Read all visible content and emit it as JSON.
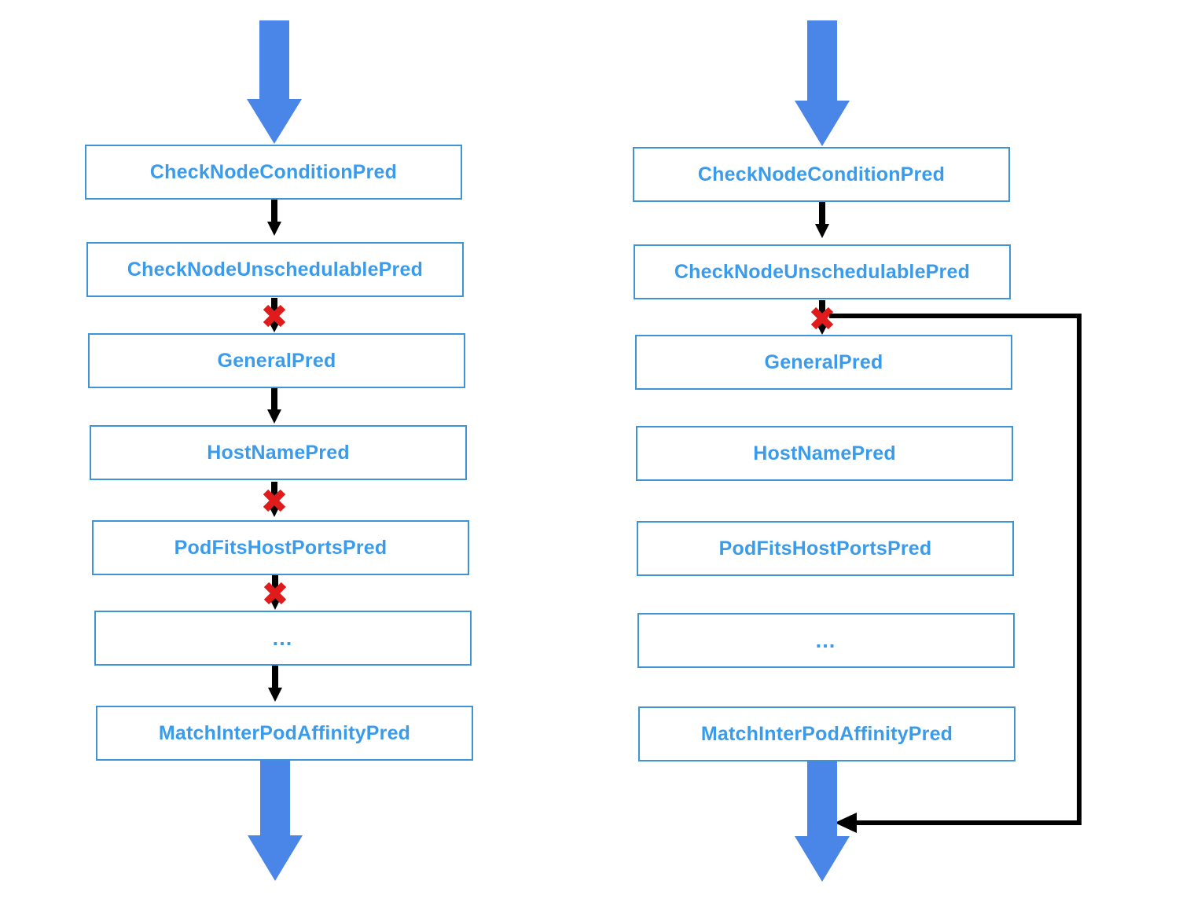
{
  "diagram": {
    "title": "Kubernetes scheduler predicate evaluation flow",
    "colors": {
      "box_border": "#3D95D8",
      "box_fill": "#FFFFFF",
      "label_text": "#3A9BEA",
      "big_arrow": "#4A86E8",
      "small_arrow": "#000000",
      "failure_mark": "#E01B1B",
      "loop_line": "#000000",
      "background": "#FFFFFF"
    },
    "panels": [
      {
        "id": "left",
        "name": "sequential-evaluation",
        "entry_arrow": {
          "name": "pod-enters-arrow",
          "color": "#4A86E8",
          "direction": "down"
        },
        "exit_arrow": {
          "name": "pod-exits-arrow",
          "color": "#4A86E8",
          "direction": "down"
        },
        "boxes": [
          {
            "label": "CheckNodeConditionPred"
          },
          {
            "label": "CheckNodeUnschedulablePred"
          },
          {
            "label": "GeneralPred"
          },
          {
            "label": "HostNamePred"
          },
          {
            "label": "PodFitsHostPortsPred"
          },
          {
            "label": "…"
          },
          {
            "label": "MatchInterPodAffinityPred"
          }
        ],
        "connectors": [
          {
            "from": "CheckNodeConditionPred",
            "to": "CheckNodeUnschedulablePred",
            "failed": false
          },
          {
            "from": "CheckNodeUnschedulablePred",
            "to": "GeneralPred",
            "failed": true
          },
          {
            "from": "GeneralPred",
            "to": "HostNamePred",
            "failed": false
          },
          {
            "from": "HostNamePred",
            "to": "PodFitsHostPortsPred",
            "failed": true
          },
          {
            "from": "PodFitsHostPortsPred",
            "to": "…",
            "failed": true
          },
          {
            "from": "…",
            "to": "MatchInterPodAffinityPred",
            "failed": false
          }
        ],
        "loop_back": null
      },
      {
        "id": "right",
        "name": "short-circuit-evaluation",
        "entry_arrow": {
          "name": "pod-enters-arrow",
          "color": "#4A86E8",
          "direction": "down"
        },
        "exit_arrow": {
          "name": "pod-exits-arrow",
          "color": "#4A86E8",
          "direction": "down"
        },
        "boxes": [
          {
            "label": "CheckNodeConditionPred"
          },
          {
            "label": "CheckNodeUnschedulablePred"
          },
          {
            "label": "GeneralPred"
          },
          {
            "label": "HostNamePred"
          },
          {
            "label": "PodFitsHostPortsPred"
          },
          {
            "label": "…"
          },
          {
            "label": "MatchInterPodAffinityPred"
          }
        ],
        "connectors": [
          {
            "from": "CheckNodeConditionPred",
            "to": "CheckNodeUnschedulablePred",
            "failed": false
          },
          {
            "from": "CheckNodeUnschedulablePred",
            "to": "GeneralPred",
            "failed": true
          }
        ],
        "loop_back": {
          "name": "short-circuit-bypass",
          "from": "CheckNodeUnschedulablePred-failure",
          "to": "pod-exits-arrow",
          "color": "#000000",
          "direction": "left"
        }
      }
    ]
  }
}
